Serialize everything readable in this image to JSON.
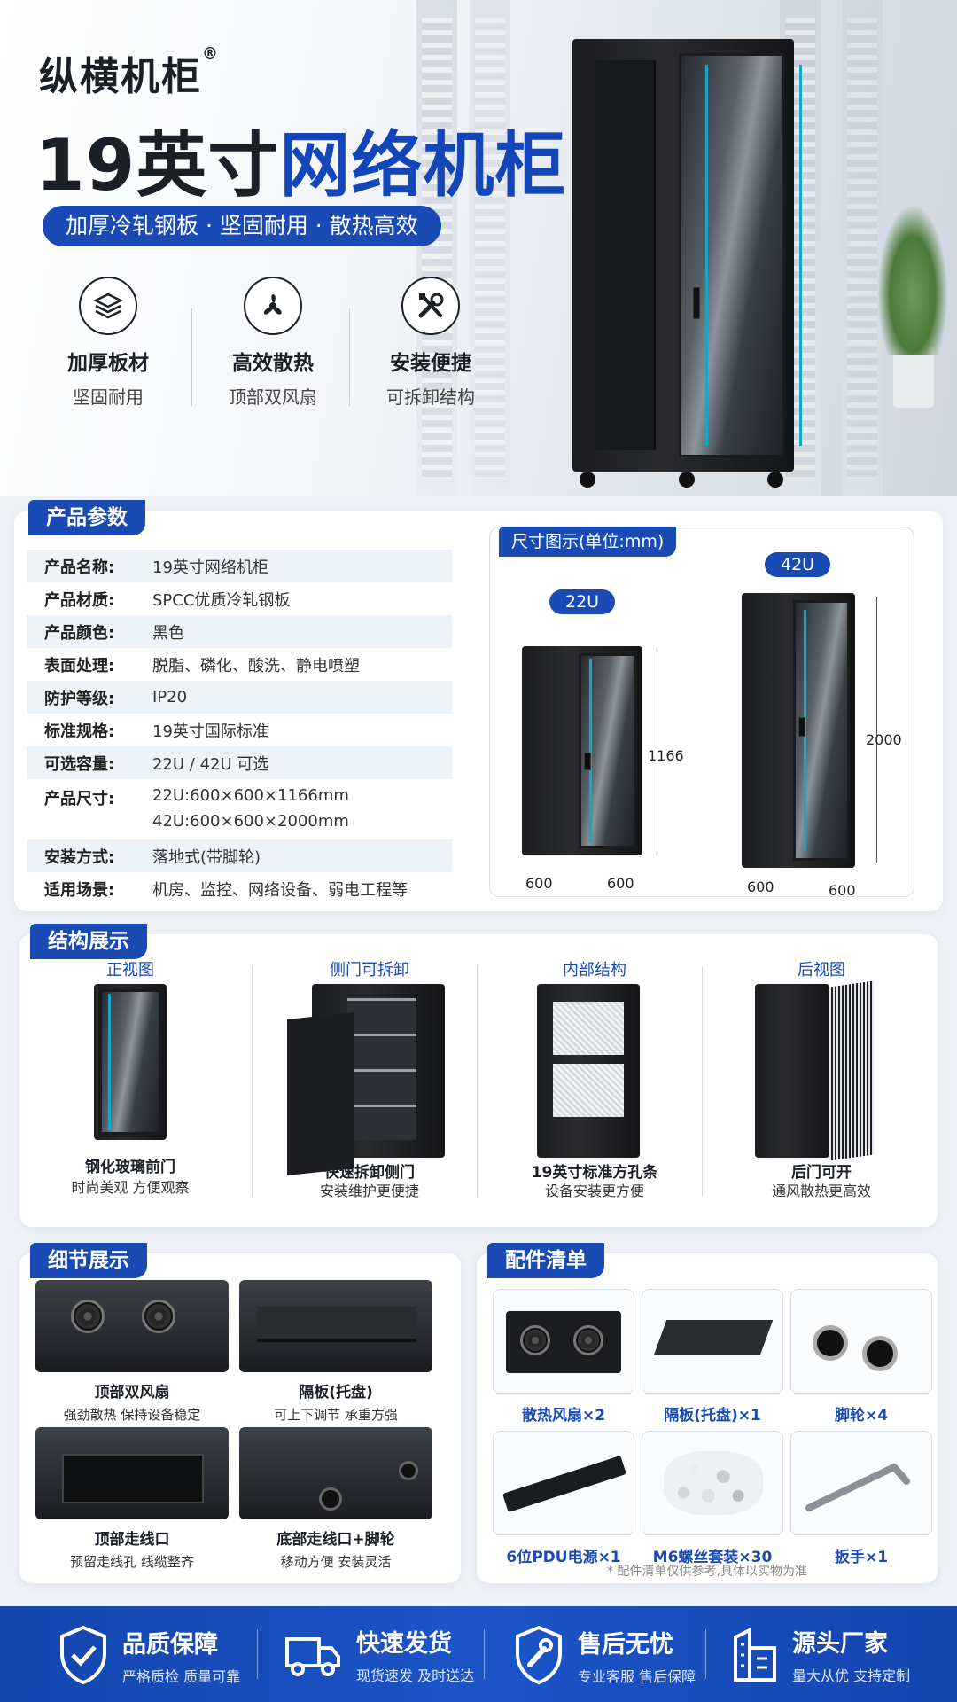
{
  "hero": {
    "brand": "纵横机柜",
    "brand_mark": "®",
    "headline_a": "19英寸",
    "headline_b": "网络机柜",
    "tagline": "加厚冷轧钢板 · 坚固耐用 · 散热高效",
    "features": [
      {
        "icon": "layers-icon",
        "title": "加厚板材",
        "sub": "坚固耐用"
      },
      {
        "icon": "fan-icon",
        "title": "高效散热",
        "sub": "顶部双风扇"
      },
      {
        "icon": "tools-icon",
        "title": "安装便捷",
        "sub": "可拆卸结构"
      }
    ]
  },
  "params": {
    "tag": "产品参数",
    "rows": [
      {
        "k": "产品名称:",
        "v": "19英寸网络机柜"
      },
      {
        "k": "产品材质:",
        "v": "SPCC优质冷轧钢板"
      },
      {
        "k": "产品颜色:",
        "v": "黑色"
      },
      {
        "k": "表面处理:",
        "v": "脱脂、磷化、酸洗、静电喷塑"
      },
      {
        "k": "防护等级:",
        "v": "IP20"
      },
      {
        "k": "标准规格:",
        "v": "19英寸国际标准"
      },
      {
        "k": "可选容量:",
        "v": "22U / 42U 可选"
      }
    ],
    "size_row": {
      "k": "产品尺寸:",
      "v1": "22U:600×600×1166mm",
      "v2": "42U:600×600×2000mm"
    },
    "rows_after": [
      {
        "k": "安装方式:",
        "v": "落地式(带脚轮)"
      },
      {
        "k": "适用场景:",
        "v": "机房、监控、网络设备、弱电工程等"
      }
    ]
  },
  "dimensions": {
    "tag": "尺寸图示(单位:mm)",
    "small": {
      "label": "22U",
      "height": "1166",
      "width": "600",
      "depth": "600"
    },
    "large": {
      "label": "42U",
      "height": "2000",
      "width": "600",
      "depth": "600"
    }
  },
  "structure": {
    "tag": "结构展示",
    "items": [
      {
        "head": "正视图",
        "b1": "钢化玻璃前门",
        "b2": "时尚美观 方便观察"
      },
      {
        "head": "侧门可拆卸",
        "b1": "快速拆卸侧门",
        "b2": "安装维护更便捷"
      },
      {
        "head": "内部结构",
        "b1": "19英寸标准方孔条",
        "b2": "设备安装更方便"
      },
      {
        "head": "后视图",
        "b1": "后门可开",
        "b2": "通风散热更高效"
      }
    ]
  },
  "detail": {
    "tag": "细节展示",
    "items": [
      {
        "t1": "顶部双风扇",
        "t2": "强劲散热 保持设备稳定"
      },
      {
        "t1": "隔板(托盘)",
        "t2": "可上下调节 承重方强"
      },
      {
        "t1": "顶部走线口",
        "t2": "预留走线孔 线缆整齐"
      },
      {
        "t1": "底部走线口+脚轮",
        "t2": "移动方便 安装灵活"
      }
    ]
  },
  "accessories": {
    "tag": "配件清单",
    "items": [
      {
        "t": "散热风扇×2"
      },
      {
        "t": "隔板(托盘)×1"
      },
      {
        "t": "脚轮×4"
      },
      {
        "t": "6位PDU电源×1"
      },
      {
        "t": "M6螺丝套装×30"
      },
      {
        "t": "扳手×1"
      }
    ],
    "note": "* 配件清单仅供参考,具体以实物为准"
  },
  "footer": {
    "items": [
      {
        "icon": "shield-check-icon",
        "t1": "品质保障",
        "t2": "严格质检 质量可靠"
      },
      {
        "icon": "truck-icon",
        "t1": "快速发货",
        "t2": "现货速发 及时送达"
      },
      {
        "icon": "shield-wrench-icon",
        "t1": "售后无忧",
        "t2": "专业客服 售后保障"
      },
      {
        "icon": "factory-icon",
        "t1": "源头厂家",
        "t2": "量大从优 支持定制"
      }
    ]
  },
  "colors": {
    "brand_blue": "#1a4bb5",
    "accent_cyan": "#16a6c8",
    "dark": "#1b1f27"
  }
}
